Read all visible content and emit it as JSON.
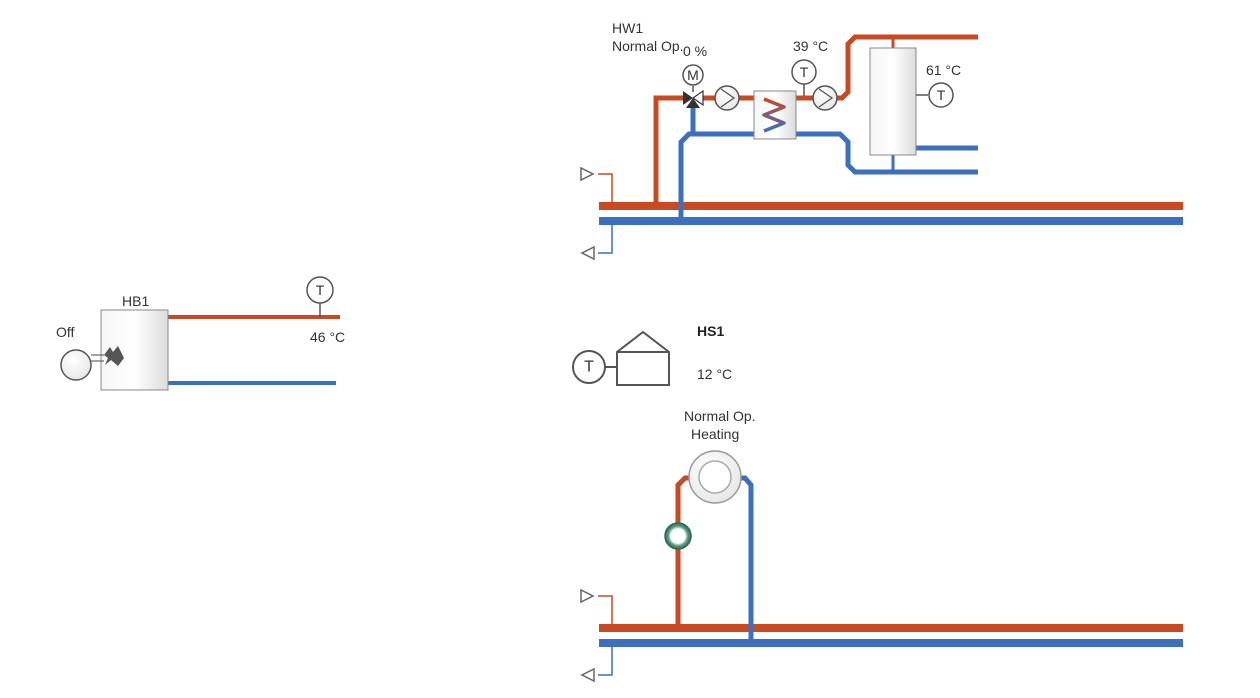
{
  "colors": {
    "supply": "#c84a22",
    "return": "#3c6fbe",
    "outline": "#666666",
    "text": "#333333"
  },
  "hw1": {
    "name": "HW1",
    "status": "Normal Op.",
    "valve_position": "0 %",
    "motor_symbol": "M",
    "flow_temp": "39 °C",
    "tank_temp": "61 °C",
    "sensor_symbol": "T"
  },
  "hb1": {
    "name": "HB1",
    "burner_state": "Off",
    "flow_temp": "46 °C",
    "sensor_symbol": "T"
  },
  "hs1": {
    "name": "HS1",
    "room_temp": "12 °C",
    "sensor_symbol": "T",
    "mode_line1": "Normal Op.",
    "mode_line2": "Heating"
  },
  "icons": [
    "temperature-sensor-icon",
    "pump-icon",
    "mixing-valve-icon",
    "heat-exchanger-icon",
    "storage-tank-icon",
    "boiler-icon",
    "flame-icon",
    "house-icon",
    "radiator-icon",
    "arrow-in-icon",
    "arrow-out-icon"
  ]
}
